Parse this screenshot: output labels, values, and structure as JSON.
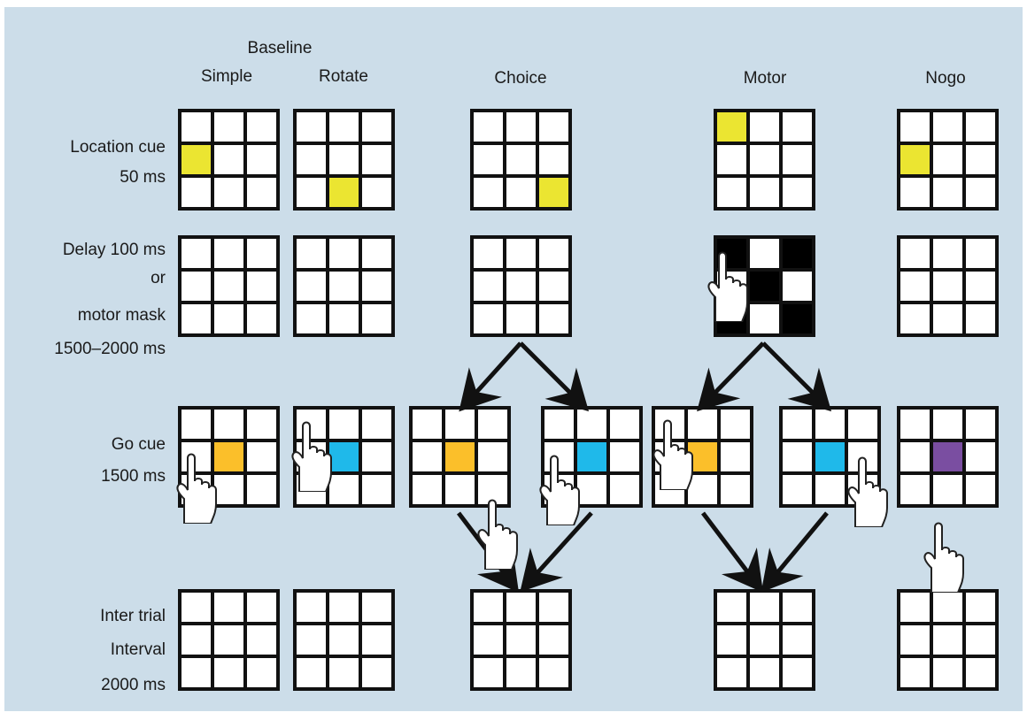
{
  "header": {
    "group_label": "Baseline",
    "columns": [
      "Simple",
      "Rotate",
      "Choice",
      "Motor",
      "Nogo"
    ]
  },
  "rows": {
    "location_cue": [
      "Location cue",
      "50 ms"
    ],
    "delay": [
      "Delay 100 ms",
      "or",
      "motor mask",
      "1500–2000 ms"
    ],
    "go_cue": [
      "Go cue",
      "1500 ms"
    ],
    "iti": [
      "Inter trial",
      "Interval",
      "2000 ms"
    ]
  },
  "colors": {
    "background": "#ccdde9",
    "cue_yellow": "#ebe531",
    "go_orange": "#fbbf2a",
    "go_cyan": "#1fb9ea",
    "go_purple": "#7a4ea1",
    "grid_line": "#111111",
    "cell_fill": "#ffffff"
  },
  "grids": [
    {
      "name": "grid-simple-location-cue",
      "fills": {
        "1,0": "cue_yellow"
      }
    },
    {
      "name": "grid-rotate-location-cue",
      "fills": {
        "2,1": "cue_yellow"
      }
    },
    {
      "name": "grid-choice-location-cue",
      "fills": {
        "2,2": "cue_yellow"
      }
    },
    {
      "name": "grid-motor-location-cue",
      "fills": {
        "0,0": "cue_yellow"
      }
    },
    {
      "name": "grid-nogo-location-cue",
      "fills": {
        "1,0": "cue_yellow"
      }
    },
    {
      "name": "grid-simple-delay",
      "fills": {}
    },
    {
      "name": "grid-rotate-delay",
      "fills": {}
    },
    {
      "name": "grid-choice-delay",
      "fills": {}
    },
    {
      "name": "grid-motor-mask",
      "mask": true,
      "fills": {}
    },
    {
      "name": "grid-nogo-delay",
      "fills": {}
    },
    {
      "name": "grid-simple-go-cue",
      "fills": {
        "1,1": "go_orange"
      }
    },
    {
      "name": "grid-rotate-go-cue",
      "fills": {
        "1,1": "go_cyan"
      }
    },
    {
      "name": "grid-choice-go-cue-orange",
      "fills": {
        "1,1": "go_orange"
      }
    },
    {
      "name": "grid-choice-go-cue-cyan",
      "fills": {
        "1,1": "go_cyan"
      }
    },
    {
      "name": "grid-motor-go-cue-orange",
      "fills": {
        "1,1": "go_orange"
      }
    },
    {
      "name": "grid-motor-go-cue-cyan",
      "fills": {
        "1,1": "go_cyan"
      }
    },
    {
      "name": "grid-nogo-go-cue",
      "fills": {
        "1,1": "go_purple"
      }
    },
    {
      "name": "grid-simple-iti",
      "fills": {}
    },
    {
      "name": "grid-rotate-iti",
      "fills": {}
    },
    {
      "name": "grid-choice-iti",
      "fills": {}
    },
    {
      "name": "grid-motor-iti",
      "fills": {}
    },
    {
      "name": "grid-nogo-iti",
      "fills": {}
    }
  ]
}
